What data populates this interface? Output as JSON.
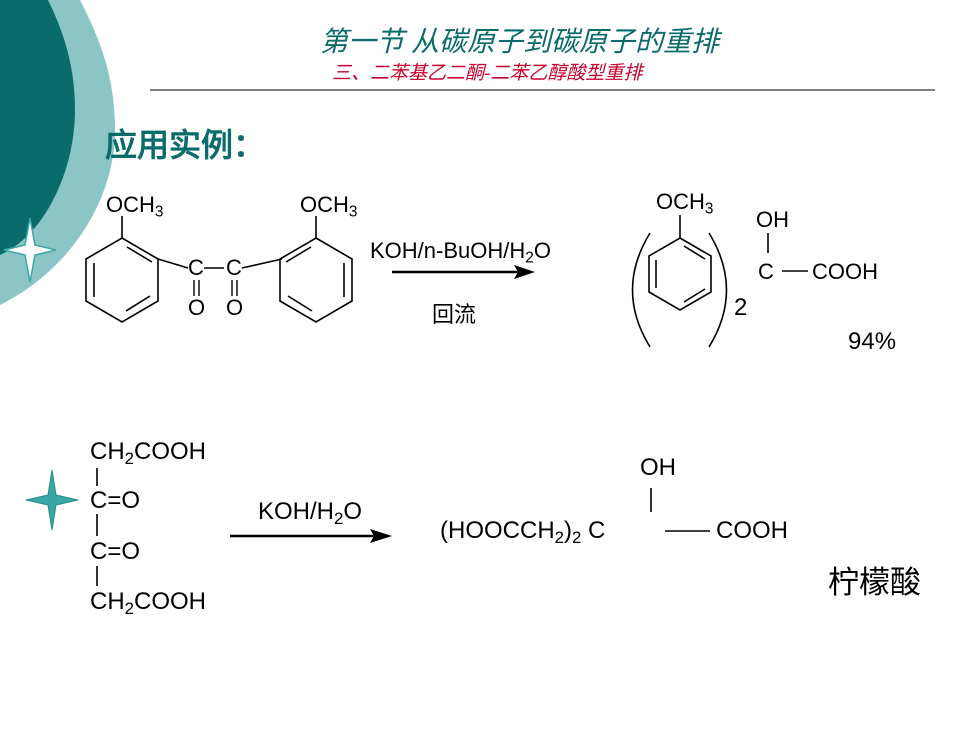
{
  "slide": {
    "title": "第一节 从碳原子到碳原子的重排",
    "subtitle": "三、二苯基乙二酮-二苯乙醇酸型重排",
    "section_heading": "应用实例："
  },
  "reaction1": {
    "reactant_left_group": "OCH",
    "reactant_left_group_sub": "3",
    "reactant_right_group": "OCH",
    "reactant_right_group_sub": "3",
    "carbon_left": "C",
    "carbon_right": "C",
    "oxygen_left": "O",
    "oxygen_right": "O",
    "reagent_main": "KOH/n-BuOH/H",
    "reagent_sub": "2",
    "reagent_tail": "O",
    "condition": "回流",
    "product_methoxy": "OCH",
    "product_methoxy_sub": "3",
    "product_multiplier": "2",
    "product_oh": "OH",
    "product_carbon": "C",
    "product_acid": "COOH",
    "yield": "94%"
  },
  "reaction2": {
    "r_top_a": "CH",
    "r_top_sub": "2",
    "r_top_b": "COOH",
    "r_c1": "C",
    "r_o1": "=O",
    "r_c2": "C",
    "r_o2": "=O",
    "r_bot_a": "CH",
    "r_bot_sub": "2",
    "r_bot_b": "COOH",
    "reagent_a": "KOH/H",
    "reagent_sub": "2",
    "reagent_b": "O",
    "p_prefix": "(HOOCCH",
    "p_sub1": "2",
    "p_mid": ")",
    "p_sub2": "2",
    "p_c": "C",
    "p_oh": "OH",
    "p_acid": "COOH",
    "product_name": "柠檬酸"
  },
  "colors": {
    "accent_dark": "#0a6b6b",
    "accent_light": "#8cc5c5",
    "title_teal": "#0a6b6b",
    "subtitle_red": "#c8002d",
    "sparkle": "#3aa6a6"
  }
}
